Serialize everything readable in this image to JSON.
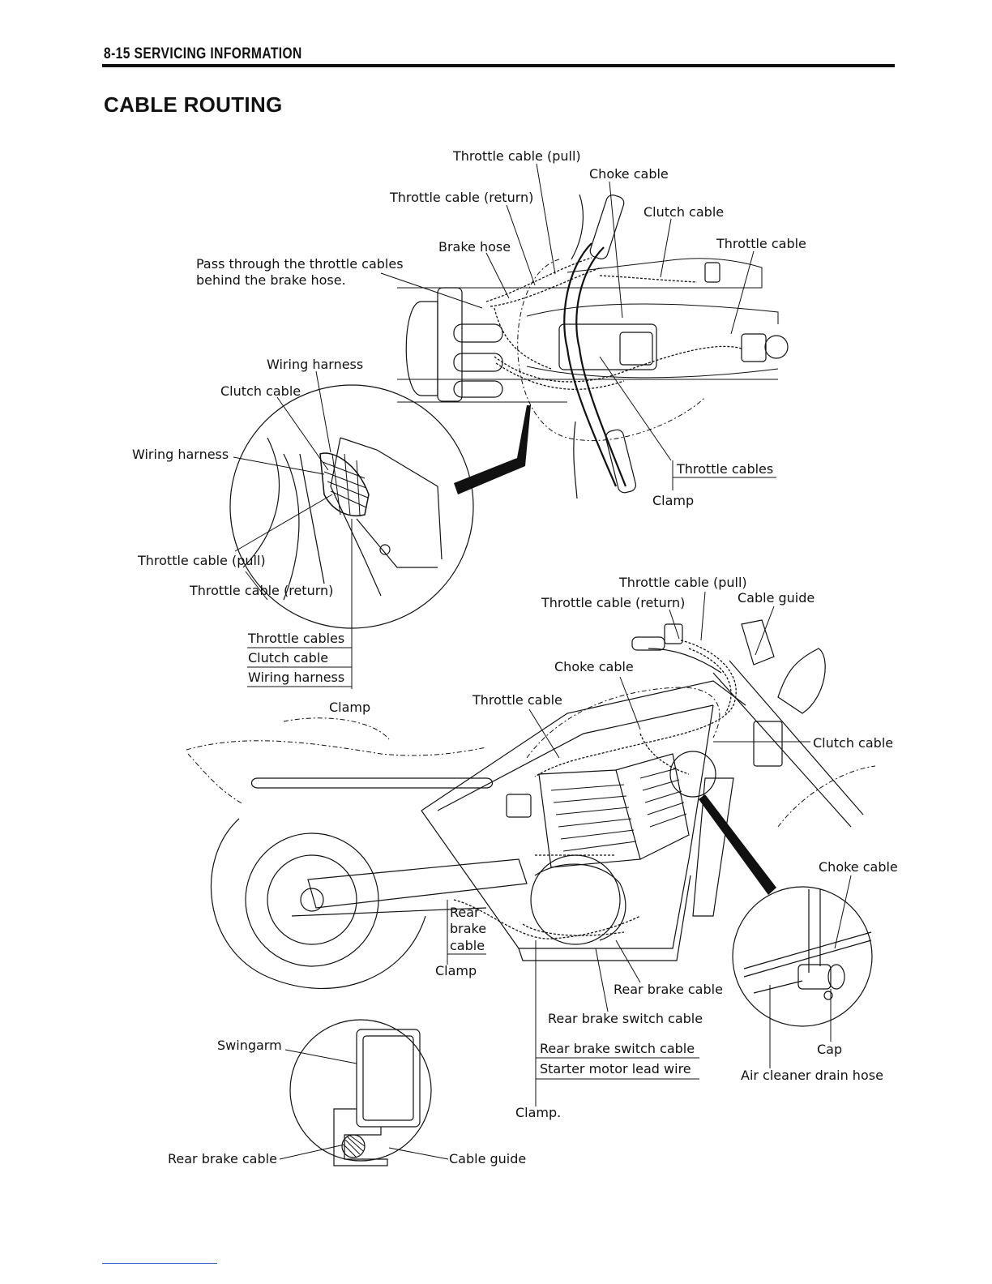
{
  "header": {
    "section": "8-15 SERVICING INFORMATION"
  },
  "page_title": "CABLE ROUTING",
  "top_view": {
    "throttle_cable_pull": "Throttle cable (pull)",
    "choke_cable": "Choke cable",
    "throttle_cable_return": "Throttle cable (return)",
    "clutch_cable": "Clutch cable",
    "brake_hose": "Brake hose",
    "throttle_cable": "Throttle cable",
    "note_line1": "Pass through the throttle cables",
    "note_line2": "behind the brake hose.",
    "throttle_cables": "Throttle cables",
    "clamp": "Clamp"
  },
  "detail_left": {
    "wiring_harness_top": "Wiring harness",
    "clutch_cable": "Clutch cable",
    "wiring_harness_side": "Wiring harness",
    "throttle_cable_pull": "Throttle cable (pull)",
    "throttle_cable_return": "Throttle cable (return)",
    "clamp_items": [
      "Throttle cables",
      "Clutch cable",
      "Wiring harness"
    ],
    "clamp": "Clamp"
  },
  "side_view": {
    "throttle_cable_pull": "Throttle cable (pull)",
    "throttle_cable_return": "Throttle cable (return)",
    "cable_guide": "Cable guide",
    "choke_cable": "Choke cable",
    "throttle_cable": "Throttle cable",
    "clutch_cable": "Clutch cable",
    "rear_brake_cable_lines": [
      "Rear",
      "brake",
      "cable"
    ],
    "clamp": "Clamp",
    "rear_brake_cable": "Rear brake cable",
    "rear_brake_switch_cable": "Rear brake switch cable",
    "clamp_items": [
      "Rear brake switch cable",
      "Starter motor lead wire"
    ],
    "clamp_bottom": "Clamp."
  },
  "detail_right": {
    "choke_cable": "Choke cable",
    "cap": "Cap",
    "air_cleaner_drain_hose": "Air cleaner drain hose"
  },
  "detail_bottom": {
    "swingarm": "Swingarm",
    "rear_brake_cable": "Rear brake cable",
    "cable_guide": "Cable guide"
  }
}
